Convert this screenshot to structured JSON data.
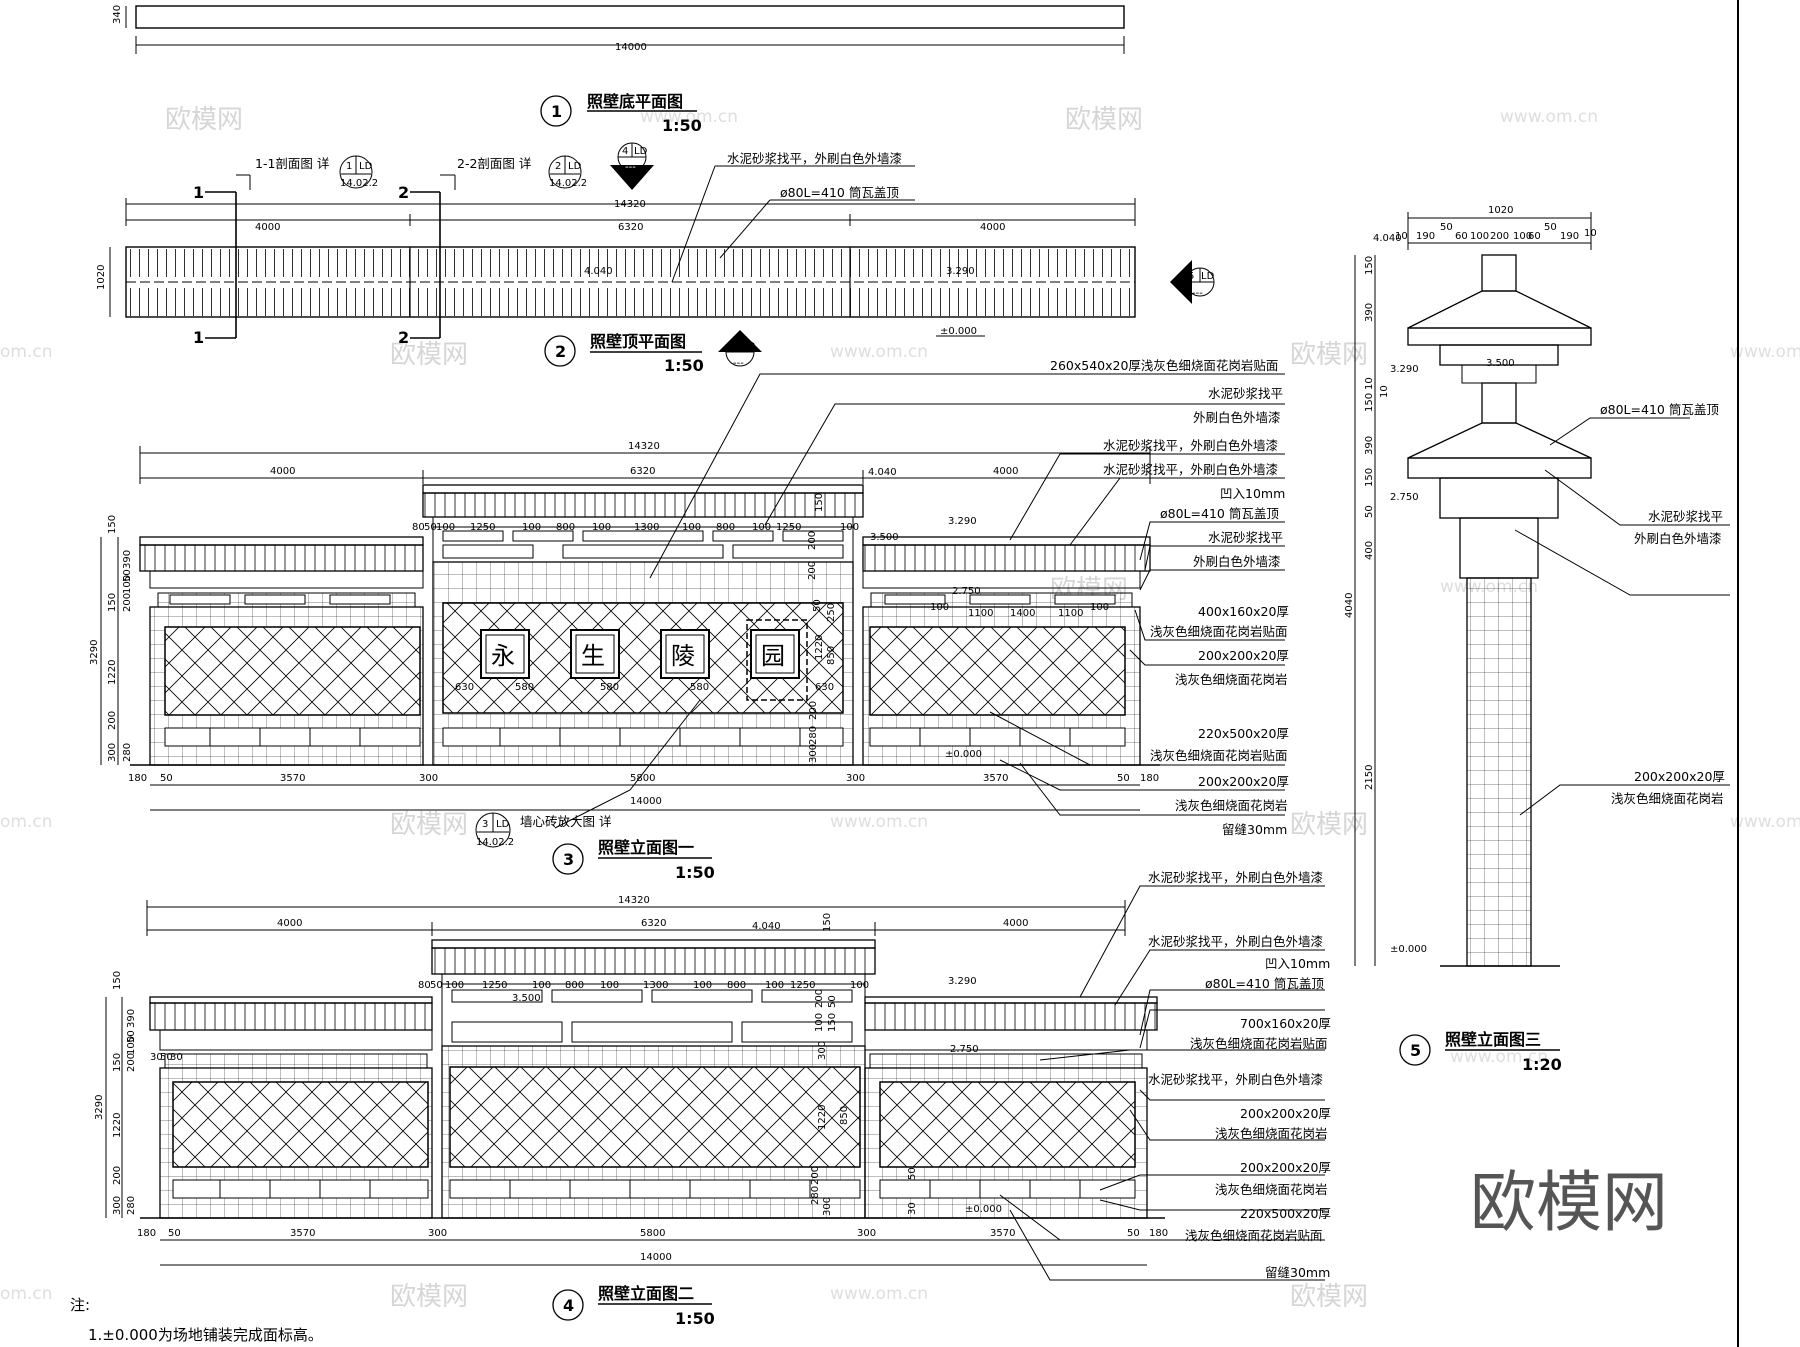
{
  "views": [
    {
      "no": "1",
      "title": "照壁底平面图",
      "scale": "1:50"
    },
    {
      "no": "2",
      "title": "照壁顶平面图",
      "scale": "1:50"
    },
    {
      "no": "3",
      "title": "照壁立面图一",
      "scale": "1:50"
    },
    {
      "no": "4",
      "title": "照壁立面图二",
      "scale": "1:50"
    },
    {
      "no": "5",
      "title": "照壁立面图三",
      "scale": "1:20"
    }
  ],
  "section_marks": [
    {
      "label": "1-1剖面图  详",
      "mark": "1",
      "num": "1",
      "sheet": "14.02.2",
      "code": "LD"
    },
    {
      "label": "2-2剖面图  详",
      "mark": "2",
      "num": "2",
      "sheet": "14.02.2",
      "code": "LD"
    }
  ],
  "view_markers": [
    {
      "num": "4",
      "code": "LD",
      "dash": "---"
    },
    {
      "num": "5",
      "code": "LD",
      "dash": "---"
    },
    {
      "num": "3",
      "code": "LD",
      "dash": "---"
    }
  ],
  "detail_ref": {
    "label": "墙心砖放大图  详",
    "num": "3",
    "code": "LD",
    "sheet": "14.02.2"
  },
  "signboard_chars": [
    "永",
    "生",
    "陵",
    "园"
  ],
  "notes": {
    "heading": "注:",
    "items": [
      "1.±0.000为场地铺装完成面标高。"
    ]
  },
  "dims": {
    "plan1_width": "340",
    "plan1_length": "14000",
    "plan2": {
      "total": "14320",
      "seg": [
        "4000",
        "6320",
        "4000"
      ],
      "depth": "1020"
    },
    "elev1": {
      "total": "14320",
      "seg": [
        "4000",
        "6320",
        "4000"
      ],
      "heights": [
        "150",
        "390",
        "50",
        "100",
        "150",
        "200",
        "1220",
        "200",
        "300",
        "280"
      ],
      "height_total": "3290",
      "bottom": [
        "180",
        "50",
        "3570",
        "300",
        "5800",
        "300",
        "3570",
        "50",
        "180"
      ],
      "bottom_total": "14000",
      "top_row": [
        "80",
        "50",
        "100",
        "1250",
        "100",
        "800",
        "100",
        "1300",
        "100",
        "800",
        "100",
        "1250",
        "100"
      ],
      "side_top": [
        "100",
        "1100",
        "1400",
        "1100",
        "100"
      ],
      "chars": [
        "630",
        "580",
        "580",
        "580",
        "630"
      ],
      "center_v": [
        "150",
        "200",
        "200",
        "50",
        "1220",
        "200",
        "280",
        "300"
      ],
      "center_labels": [
        "250",
        "850"
      ]
    },
    "elev2": {
      "total": "14320",
      "seg": [
        "4000",
        "6320",
        "4000"
      ],
      "heights": [
        "150",
        "390",
        "50",
        "100",
        "150",
        "200",
        "1220",
        "200",
        "300",
        "280"
      ],
      "height_total": "3290",
      "bottom": [
        "180",
        "50",
        "3570",
        "300",
        "5800",
        "300",
        "3570",
        "50",
        "180"
      ],
      "bottom_total": "14000",
      "top_row": [
        "80",
        "50",
        "100",
        "1250",
        "100",
        "800",
        "100",
        "1300",
        "100",
        "800",
        "100",
        "1250",
        "100"
      ],
      "side_small": [
        "30",
        "50",
        "30"
      ],
      "center_v": [
        "150",
        "200",
        "50",
        "100",
        "150",
        "300",
        "1220",
        "200",
        "280",
        "300"
      ],
      "center_label": "850",
      "right_small": [
        "50",
        "30"
      ]
    },
    "elev3": {
      "width_total": "1020",
      "top_row": [
        "10",
        "190",
        "50",
        "60",
        "100",
        "200",
        "100",
        "60",
        "50",
        "190",
        "10"
      ],
      "heights": [
        "150",
        "390",
        "10",
        "150",
        "10",
        "390",
        "150",
        "50",
        "400",
        "2150"
      ],
      "height_total": "4040"
    }
  },
  "levels": {
    "top": "4.040",
    "mid": "3.290",
    "cap": "3.500",
    "band": "2.750",
    "zero": "±0.000"
  },
  "callouts": {
    "plan": [
      "水泥砂浆找平，外刷白色外墙漆",
      "ø80L=410  筒瓦盖顶"
    ],
    "elev1": [
      "260x540x20厚浅灰色细烧面花岗岩贴面",
      "水泥砂浆找平",
      "外刷白色外墙漆",
      "水泥砂浆找平，外刷白色外墙漆",
      "水泥砂浆找平，外刷白色外墙漆",
      "凹入10mm",
      "ø80L=410  筒瓦盖顶",
      "水泥砂浆找平",
      "外刷白色外墙漆",
      "400x160x20厚",
      "浅灰色细烧面花岗岩贴面",
      "200x200x20厚",
      "浅灰色细烧面花岗岩",
      "220x500x20厚",
      "浅灰色细烧面花岗岩贴面",
      "200x200x20厚",
      "浅灰色细烧面花岗岩",
      "留缝30mm"
    ],
    "elev2": [
      "水泥砂浆找平，外刷白色外墙漆",
      "水泥砂浆找平，外刷白色外墙漆",
      "凹入10mm",
      "ø80L=410  筒瓦盖顶",
      "700x160x20厚",
      "浅灰色细烧面花岗岩贴面",
      "水泥砂浆找平，外刷白色外墙漆",
      "200x200x20厚",
      "浅灰色细烧面花岗岩",
      "200x200x20厚",
      "浅灰色细烧面花岗岩",
      "220x500x20厚",
      "浅灰色细烧面花岗岩贴面",
      "留缝30mm"
    ],
    "elev3": [
      "ø80L=410  筒瓦盖顶",
      "水泥砂浆找平",
      "外刷白色外墙漆",
      "200x200x20厚",
      "浅灰色细烧面花岗岩"
    ]
  },
  "watermarks": {
    "logo": "欧模网",
    "url": "www.om.cn",
    "url_short": "om.cn",
    "brand": "欧模网"
  }
}
